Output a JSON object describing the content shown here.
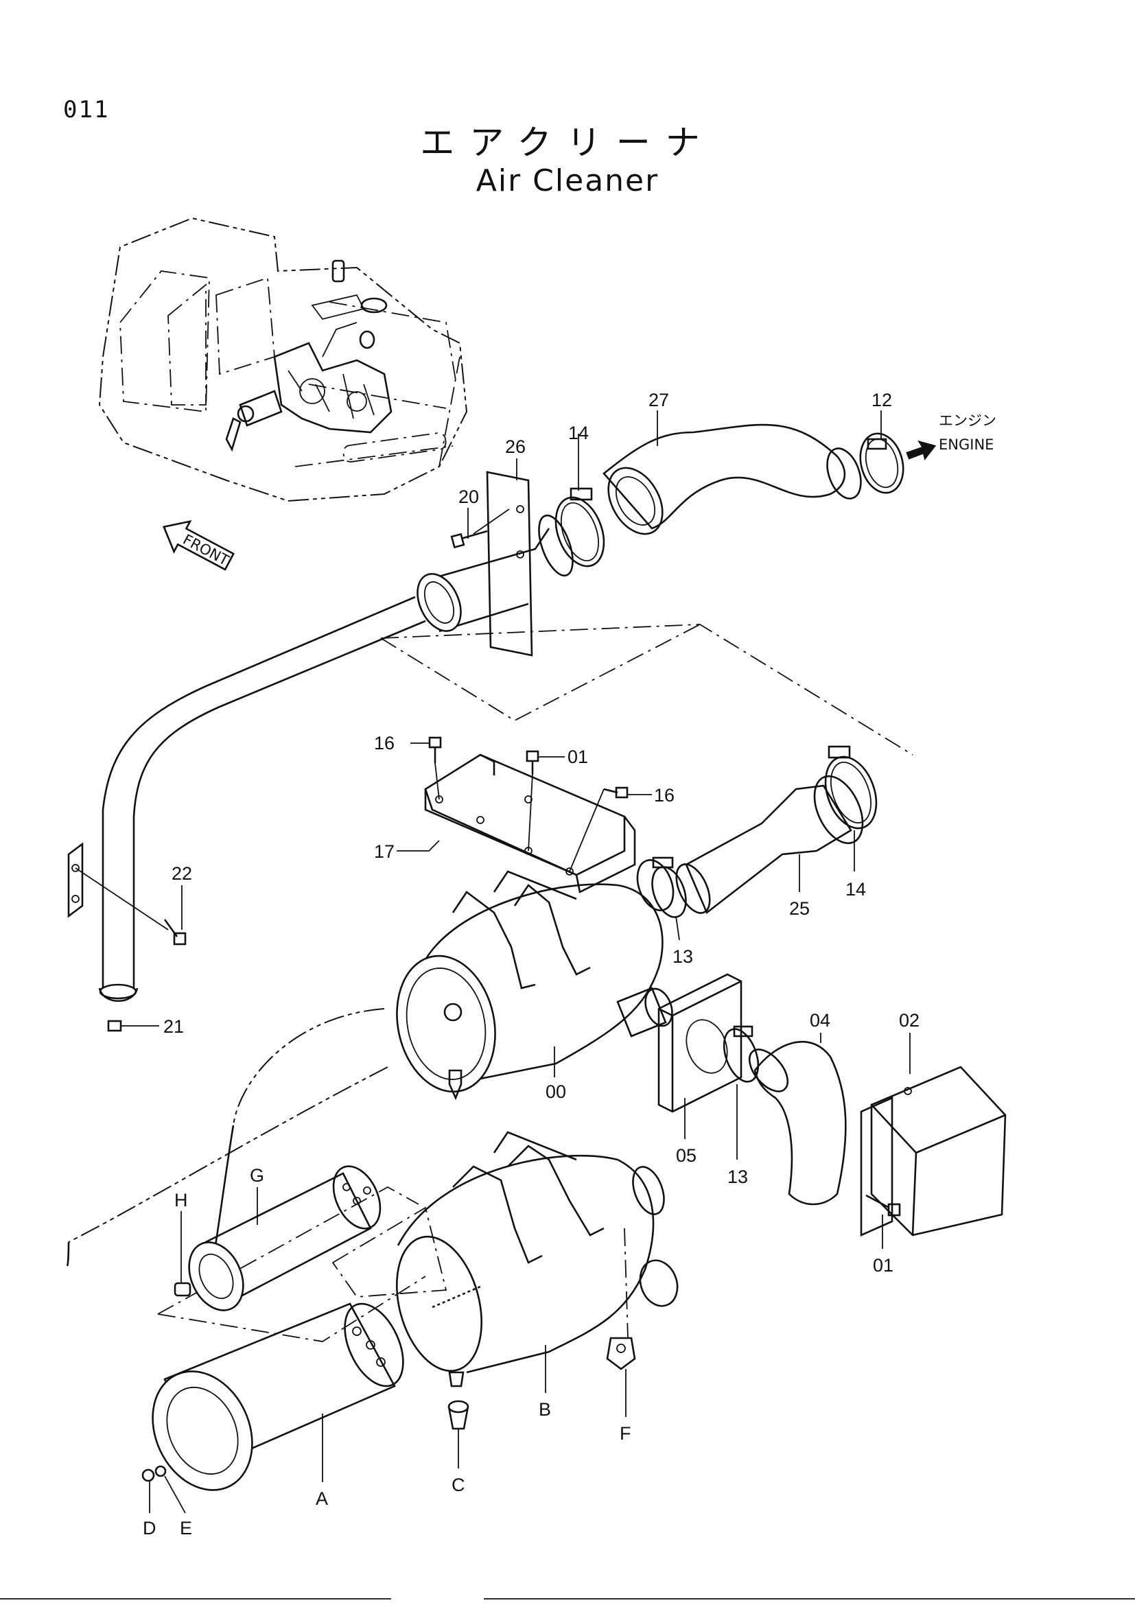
{
  "page_code": "011",
  "title_jp": "エアクリーナ",
  "title_en": "Air Cleaner",
  "engine_label_jp": "エンジン",
  "engine_label_en": "ENGINE",
  "front_label": "FRONT",
  "callouts": {
    "c27": "27",
    "c12": "12",
    "c26": "26",
    "c14a": "14",
    "c20": "20",
    "c16a": "16",
    "c01a": "01",
    "c16b": "16",
    "c17": "17",
    "c22": "22",
    "c14b": "14",
    "c25": "25",
    "c13a": "13",
    "c21": "21",
    "c00": "00",
    "c04": "04",
    "c02": "02",
    "c05": "05",
    "c13b": "13",
    "c01b": "01",
    "cG": "G",
    "cH": "H",
    "cB": "B",
    "cF": "F",
    "cC": "C",
    "cA": "A",
    "cD": "D",
    "cE": "E"
  }
}
